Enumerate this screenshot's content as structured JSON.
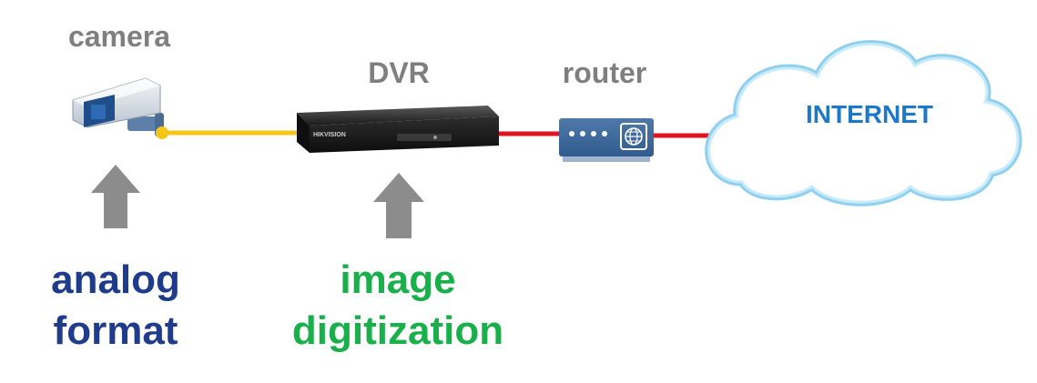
{
  "labels": {
    "camera": "camera",
    "dvr": "DVR",
    "router": "router",
    "internet": "INTERNET",
    "dvr_brand": "HIKVISION",
    "analog_line1": "analog",
    "analog_line2": "format",
    "image_line1": "image",
    "image_line2": "digitization"
  },
  "colors": {
    "coax_cable": "#f5c518",
    "network_cable": "#e0141e",
    "arrow": "#8c8c8c",
    "analog_text": "#1f3b8c",
    "digitization_text": "#19b04b",
    "internet_text": "#1e78c8",
    "cloud_outline": "#8fd0f0"
  },
  "icons": [
    "camera-icon",
    "dvr-icon",
    "router-icon",
    "cloud-icon",
    "arrow-up-icon"
  ]
}
